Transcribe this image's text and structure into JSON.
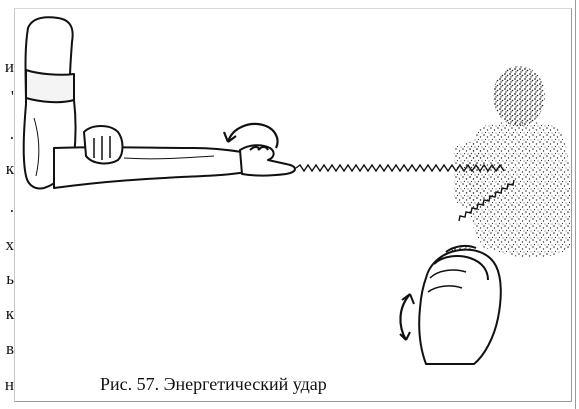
{
  "margin_text": {
    "letters": [
      "и",
      "'",
      ".",
      "к",
      ".",
      "х",
      "ь",
      "к",
      "в",
      "н"
    ]
  },
  "figure": {
    "caption": "Рис. 57. Энергетический удар"
  }
}
